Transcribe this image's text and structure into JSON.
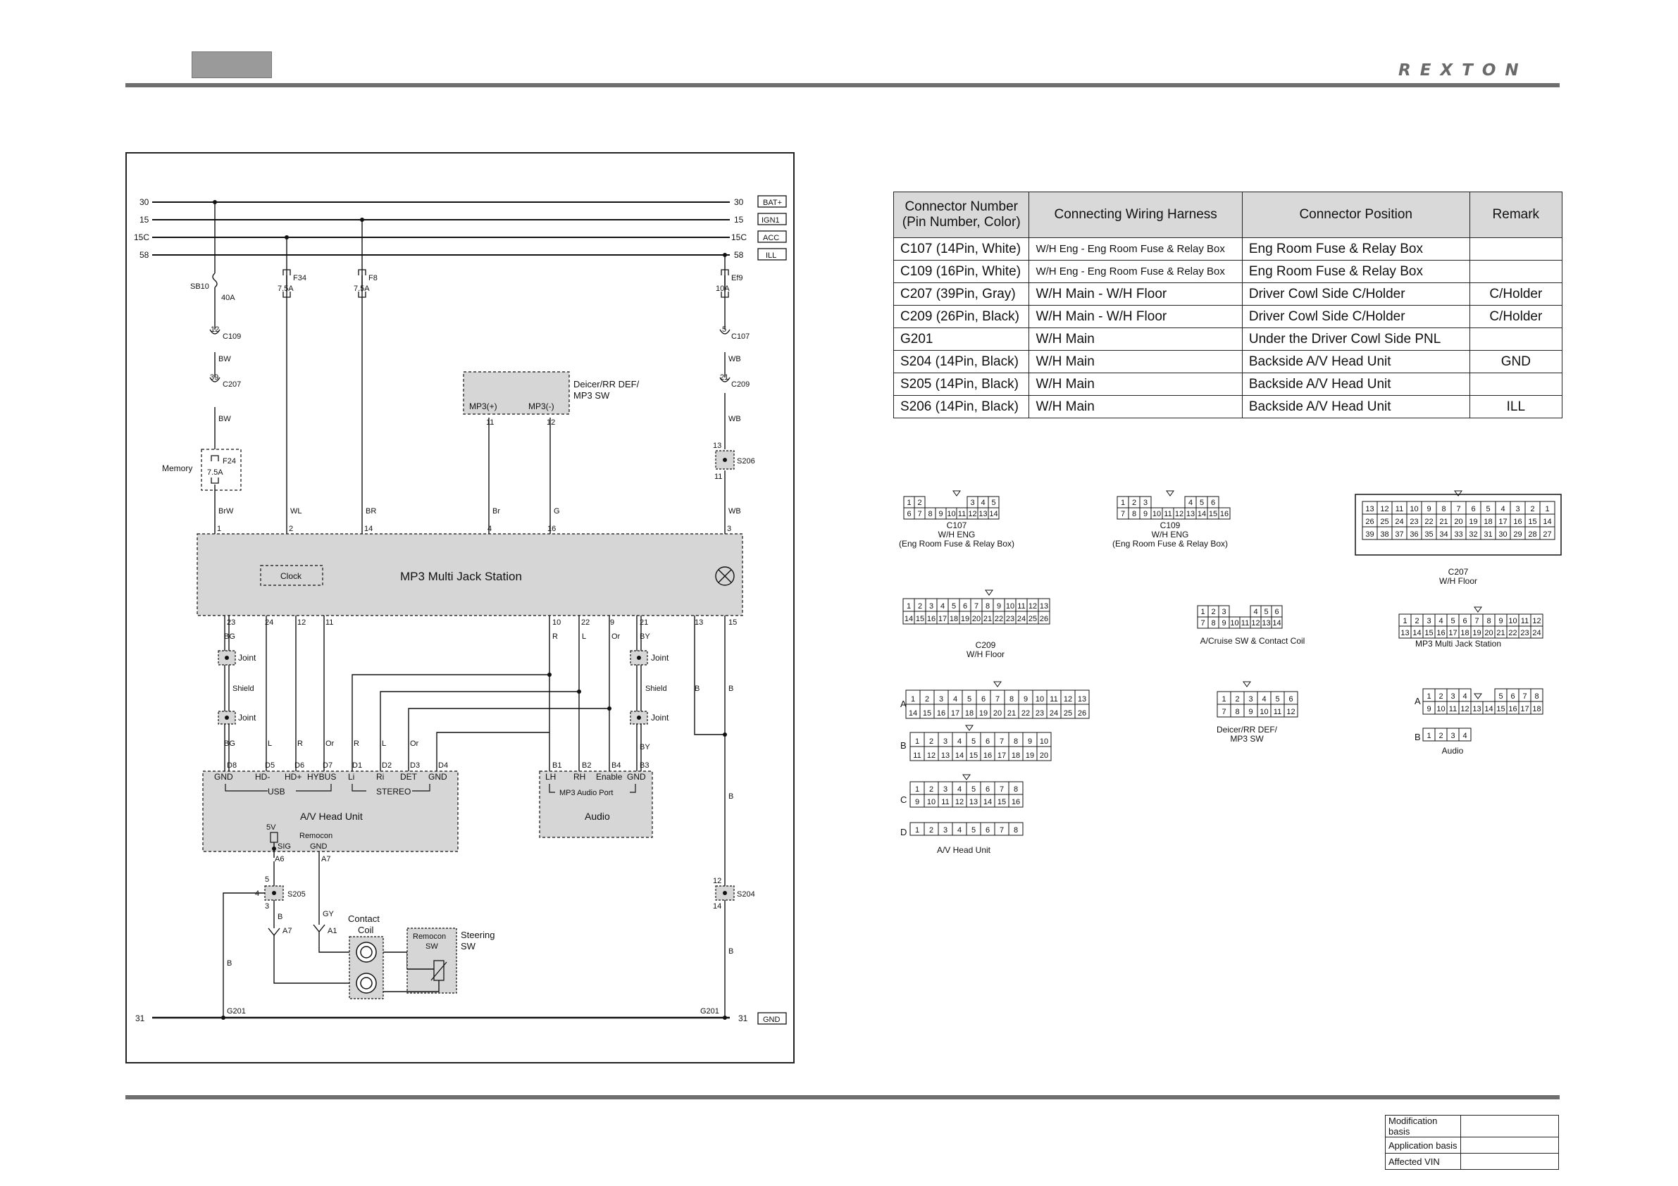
{
  "header": {
    "logo": "REXTON"
  },
  "diagram": {
    "rails": [
      {
        "left": "30",
        "right": "30",
        "box": "BAT+"
      },
      {
        "left": "15",
        "right": "15",
        "box": "IGN1"
      },
      {
        "left": "15C",
        "right": "15C",
        "box": "ACC"
      },
      {
        "left": "58",
        "right": "58",
        "box": "ILL"
      }
    ],
    "fuses": {
      "sb10": "SB10",
      "sb10_amp": "40A",
      "f34": "F34",
      "f34_amp": "7.5A",
      "f8": "F8",
      "f8_amp": "7.5A",
      "ef9": "Ef9",
      "ef9_amp": "10A",
      "f24": "F24",
      "f24_amp": "7.5A",
      "memory": "Memory"
    },
    "connectors": {
      "c109_pin": "12",
      "c109": "C109",
      "w_bw1": "BW",
      "c207_pin": "39",
      "c207": "C207",
      "w_bw2": "BW",
      "c107_pin": "5",
      "c107": "C107",
      "w_wb1": "WB",
      "c209_pin": "21",
      "c209": "C209",
      "w_wb2": "WB",
      "s206_in": "13",
      "s206": "S206",
      "s206_out": "11"
    },
    "deicer": {
      "title1": "Deicer/RR DEF/",
      "title2": "MP3 SW",
      "p1": "MP3(+)",
      "p2": "MP3(-)",
      "pin1": "11",
      "pin2": "12"
    },
    "mp3station": {
      "title": "MP3 Multi Jack Station",
      "clock": "Clock",
      "in_wires": [
        "BrW",
        "WL",
        "BR",
        "Br",
        "G",
        "WB"
      ],
      "in_pins": [
        "1",
        "2",
        "14",
        "4",
        "16",
        "3"
      ],
      "out_pins": [
        "23",
        "24",
        "12",
        "11",
        "10",
        "22",
        "9",
        "21",
        "13",
        "15"
      ]
    },
    "lower_labels": {
      "bg1": "BG",
      "joint_l1": "Joint",
      "shield_l": "Shield",
      "joint_l2": "Joint",
      "bg2": "BG",
      "w_l": "L",
      "w_r": "R",
      "w_or": "Or",
      "w_r2": "R",
      "w_l2": "L",
      "w_or2": "Or",
      "w_by": "BY",
      "joint_r1": "Joint",
      "shield_r": "Shield",
      "joint_r2": "Joint",
      "by2": "BY",
      "w_b1": "B",
      "w_b2": "B",
      "w_b3": "B",
      "s204_in": "12",
      "s204": "S204",
      "s204_out": "14",
      "w_b4": "B"
    },
    "avhead": {
      "pins_top": [
        "D8",
        "D5",
        "D6",
        "D7",
        "D1",
        "D2",
        "D3",
        "D4"
      ],
      "labels": [
        "GND",
        "HD-",
        "HD+",
        "HYBUS",
        "Li",
        "Ri",
        "DET",
        "GND"
      ],
      "usb": "USB",
      "stereo": "STEREO",
      "title": "A/V Head Unit",
      "v5": "5V",
      "remocon": "Remocon",
      "sig": "SIG",
      "gnd": "GND",
      "pin_a6": "A6",
      "pin_a7": "A7"
    },
    "audio": {
      "pins_top": [
        "B1",
        "B2",
        "B4",
        "B3"
      ],
      "labels": [
        "LH",
        "RH",
        "Enable",
        "GND"
      ],
      "port": "MP3 Audio Port",
      "title": "Audio"
    },
    "bottom": {
      "s205_5": "5",
      "s205_4": "4",
      "s205": "S205",
      "s205_3": "3",
      "w_b5": "B",
      "a7": "A7",
      "w_gy": "GY",
      "a1": "A1",
      "contact1": "Contact",
      "contact2": "Coil",
      "remocon_sw1": "Remocon",
      "remocon_sw2": "SW",
      "steering1": "Steering",
      "steering2": "SW",
      "w_b6": "B",
      "g201_l": "G201",
      "g201_r": "G201",
      "gnd_left": "31",
      "gnd_right": "31",
      "gnd_box": "GND"
    }
  },
  "connector_table": {
    "headers": [
      "Connector Number (Pin Number, Color)",
      "Connecting Wiring Harness",
      "Connector Position",
      "Remark"
    ],
    "rows": [
      [
        "C107 (14Pin, White)",
        "W/H Eng - Eng Room Fuse & Relay Box",
        "Eng Room Fuse & Relay Box",
        ""
      ],
      [
        "C109 (16Pin, White)",
        "W/H Eng - Eng Room Fuse & Relay Box",
        "Eng Room Fuse & Relay Box",
        ""
      ],
      [
        "C207 (39Pin, Gray)",
        "W/H Main - W/H Floor",
        "Driver Cowl Side C/Holder",
        "C/Holder"
      ],
      [
        "C209 (26Pin, Black)",
        "W/H Main - W/H Floor",
        "Driver Cowl Side C/Holder",
        "C/Holder"
      ],
      [
        "G201",
        "W/H Main",
        "Under the Driver Cowl Side PNL",
        ""
      ],
      [
        "S204 (14Pin, Black)",
        "W/H Main",
        "Backside A/V Head Unit",
        "GND"
      ],
      [
        "S205 (14Pin, Black)",
        "W/H Main",
        "Backside A/V Head Unit",
        ""
      ],
      [
        "S206 (14Pin, Black)",
        "W/H Main",
        "Backside A/V Head Unit",
        "ILL"
      ]
    ]
  },
  "pinouts": {
    "c107": {
      "l1": "C107",
      "l2": "W/H ENG",
      "l3": "(Eng Room Fuse & Relay Box)"
    },
    "c109": {
      "l1": "C109",
      "l2": "W/H ENG",
      "l3": "(Eng Room Fuse & Relay Box)"
    },
    "c207": {
      "l1": "C207",
      "l2": "W/H Floor"
    },
    "c209": {
      "l1": "C209",
      "l2": "W/H Floor"
    },
    "acruise": {
      "l1": "A/Cruise SW & Contact Coil"
    },
    "mp3": {
      "l1": "MP3 Multi Jack Station"
    },
    "avhead": {
      "l1": "A/V Head Unit",
      "rowA": "A",
      "rowB": "B",
      "rowC": "C",
      "rowD": "D"
    },
    "deicer": {
      "l1": "Deicer/RR DEF/",
      "l2": "MP3 SW"
    },
    "audio": {
      "l1": "Audio",
      "rowA": "A",
      "rowB": "B"
    }
  },
  "modification": {
    "rows": [
      {
        "label": "Modification basis",
        "value": ""
      },
      {
        "label": "Application basis",
        "value": ""
      },
      {
        "label": "Affected VIN",
        "value": ""
      }
    ]
  }
}
